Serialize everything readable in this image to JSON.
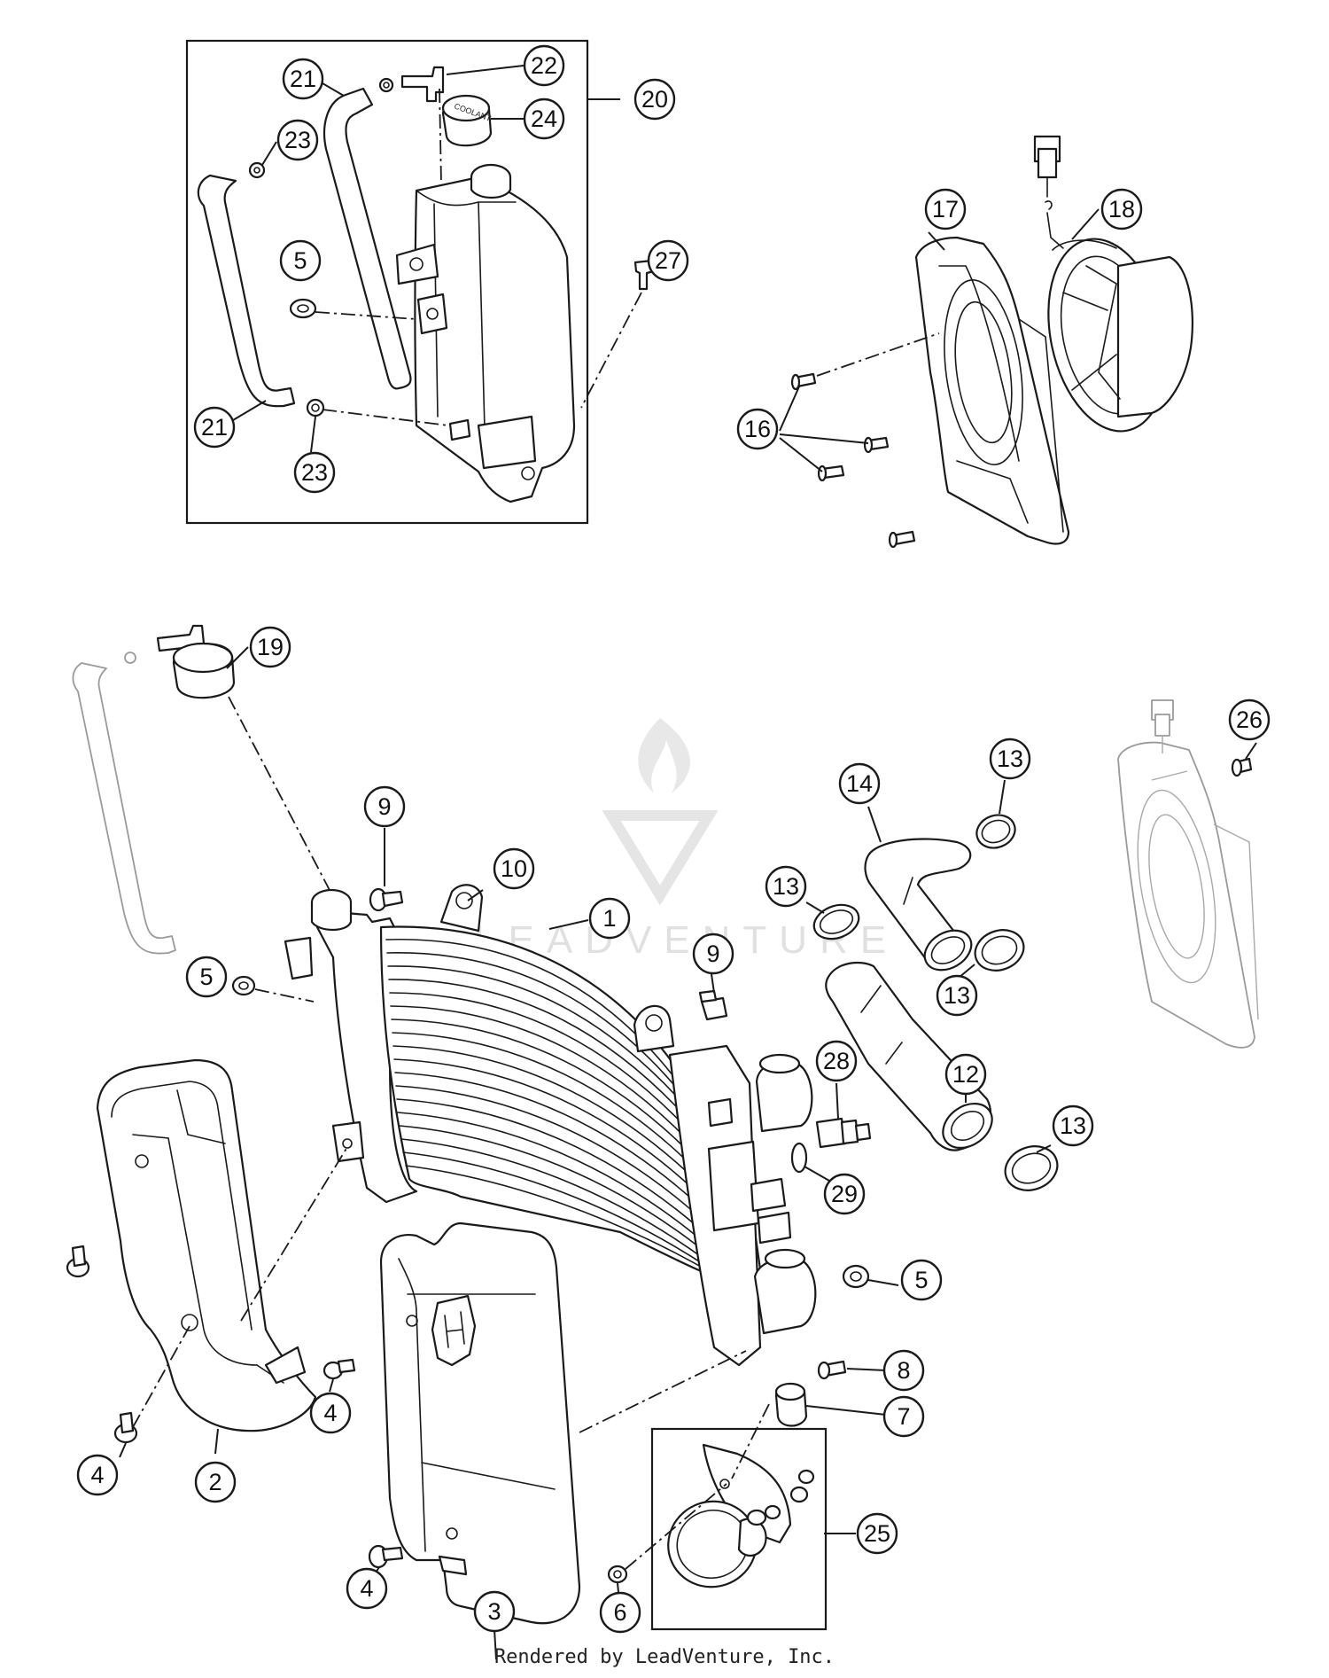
{
  "diagram": {
    "watermark": "LEADVENTURE",
    "footer": "Rendered by LeadVenture, Inc.",
    "cap_lettering": "COOLANT",
    "callouts": [
      {
        "id": "c-20",
        "label": "20"
      },
      {
        "id": "c-21a",
        "label": "21"
      },
      {
        "id": "c-22",
        "label": "22"
      },
      {
        "id": "c-24",
        "label": "24"
      },
      {
        "id": "c-23a",
        "label": "23"
      },
      {
        "id": "c-5a",
        "label": "5"
      },
      {
        "id": "c-27",
        "label": "27"
      },
      {
        "id": "c-21b",
        "label": "21"
      },
      {
        "id": "c-23b",
        "label": "23"
      },
      {
        "id": "c-17",
        "label": "17"
      },
      {
        "id": "c-18",
        "label": "18"
      },
      {
        "id": "c-16",
        "label": "16"
      },
      {
        "id": "c-19",
        "label": "19"
      },
      {
        "id": "c-26",
        "label": "26"
      },
      {
        "id": "c-13a",
        "label": "13"
      },
      {
        "id": "c-14",
        "label": "14"
      },
      {
        "id": "c-9a",
        "label": "9"
      },
      {
        "id": "c-10",
        "label": "10"
      },
      {
        "id": "c-13b",
        "label": "13"
      },
      {
        "id": "c-1",
        "label": "1"
      },
      {
        "id": "c-9b",
        "label": "9"
      },
      {
        "id": "c-13c",
        "label": "13"
      },
      {
        "id": "c-5b",
        "label": "5"
      },
      {
        "id": "c-28",
        "label": "28"
      },
      {
        "id": "c-12",
        "label": "12"
      },
      {
        "id": "c-13d",
        "label": "13"
      },
      {
        "id": "c-29",
        "label": "29"
      },
      {
        "id": "c-5c",
        "label": "5"
      },
      {
        "id": "c-8",
        "label": "8"
      },
      {
        "id": "c-7",
        "label": "7"
      },
      {
        "id": "c-4a",
        "label": "4"
      },
      {
        "id": "c-4b",
        "label": "4"
      },
      {
        "id": "c-2",
        "label": "2"
      },
      {
        "id": "c-25",
        "label": "25"
      },
      {
        "id": "c-4c",
        "label": "4"
      },
      {
        "id": "c-3",
        "label": "3"
      },
      {
        "id": "c-6",
        "label": "6"
      }
    ]
  }
}
